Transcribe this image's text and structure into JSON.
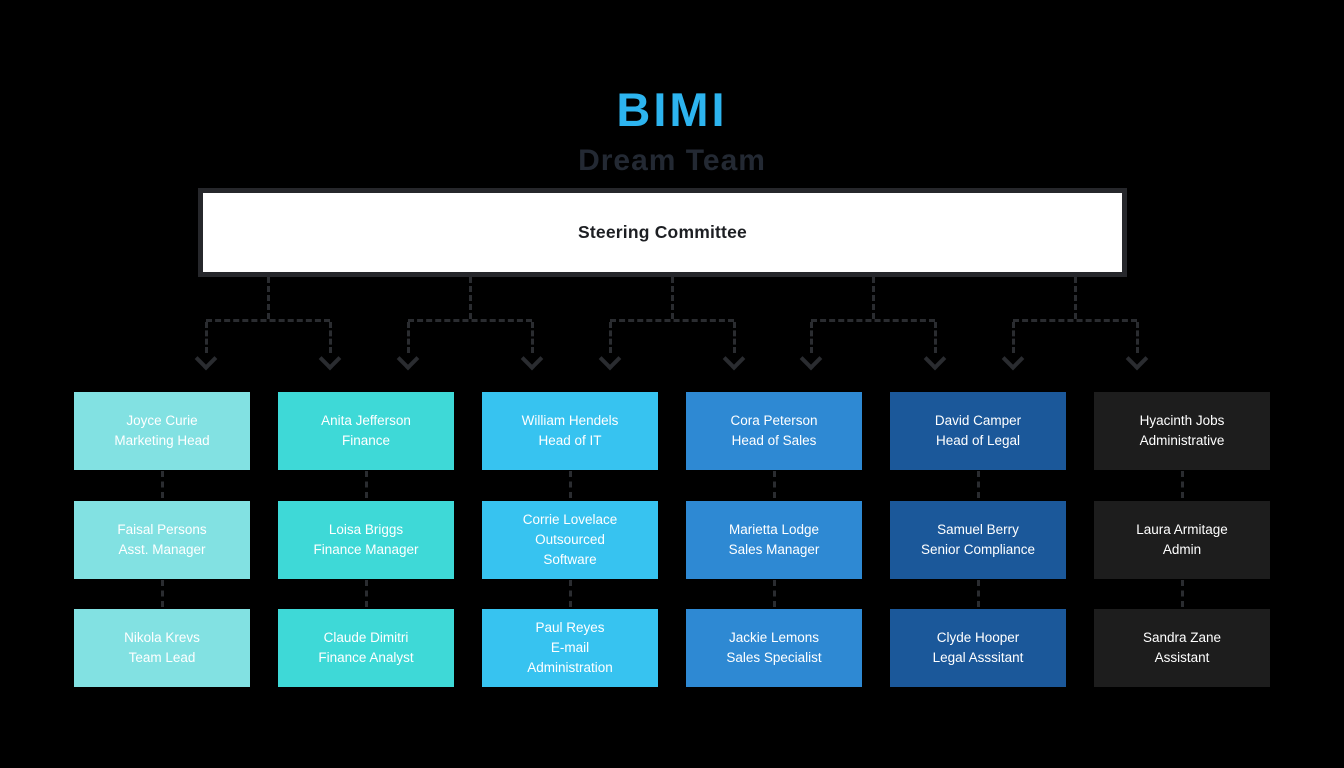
{
  "header": {
    "title": "BIMI",
    "subtitle": "Dream Team",
    "title_color": "#2db4ef",
    "subtitle_color": "#232933"
  },
  "root": {
    "label": "Steering Committee"
  },
  "colors": {
    "background": "#000000",
    "connector": "#2a2c30",
    "card_text": "#ffffff",
    "root_box_background": "#ffffff",
    "root_box_border": "#26272b"
  },
  "columns": [
    {
      "department": "marketing",
      "color": "#82e1e2",
      "members": [
        {
          "name": "Joyce Curie",
          "role": "Marketing Head"
        },
        {
          "name": "Faisal Persons",
          "role": "Asst. Manager"
        },
        {
          "name": "Nikola Krevs",
          "role": "Team Lead"
        }
      ]
    },
    {
      "department": "finance",
      "color": "#3ed9d7",
      "members": [
        {
          "name": "Anita Jefferson",
          "role": "Finance"
        },
        {
          "name": "Loisa Briggs",
          "role": "Finance Manager"
        },
        {
          "name": "Claude Dimitri",
          "role": "Finance Analyst"
        }
      ]
    },
    {
      "department": "it",
      "color": "#37c3f0",
      "members": [
        {
          "name": "William Hendels",
          "role": "Head of IT"
        },
        {
          "name": "Corrie Lovelace",
          "role": "Outsourced\nSoftware"
        },
        {
          "name": "Paul Reyes",
          "role": "E-mail\nAdministration"
        }
      ]
    },
    {
      "department": "sales",
      "color": "#2e89d3",
      "members": [
        {
          "name": "Cora Peterson",
          "role": "Head of Sales"
        },
        {
          "name": "Marietta Lodge",
          "role": "Sales Manager"
        },
        {
          "name": "Jackie Lemons",
          "role": "Sales Specialist"
        }
      ]
    },
    {
      "department": "legal",
      "color": "#1b589a",
      "members": [
        {
          "name": "David Camper",
          "role": "Head of Legal"
        },
        {
          "name": "Samuel Berry",
          "role": "Senior Compliance"
        },
        {
          "name": "Clyde Hooper",
          "role": "Legal Asssitant"
        }
      ]
    },
    {
      "department": "administrative",
      "color": "#1d1d1d",
      "members": [
        {
          "name": "Hyacinth Jobs",
          "role": "Administrative"
        },
        {
          "name": "Laura Armitage",
          "role": "Admin"
        },
        {
          "name": "Sandra Zane",
          "role": "Assistant"
        }
      ]
    }
  ]
}
